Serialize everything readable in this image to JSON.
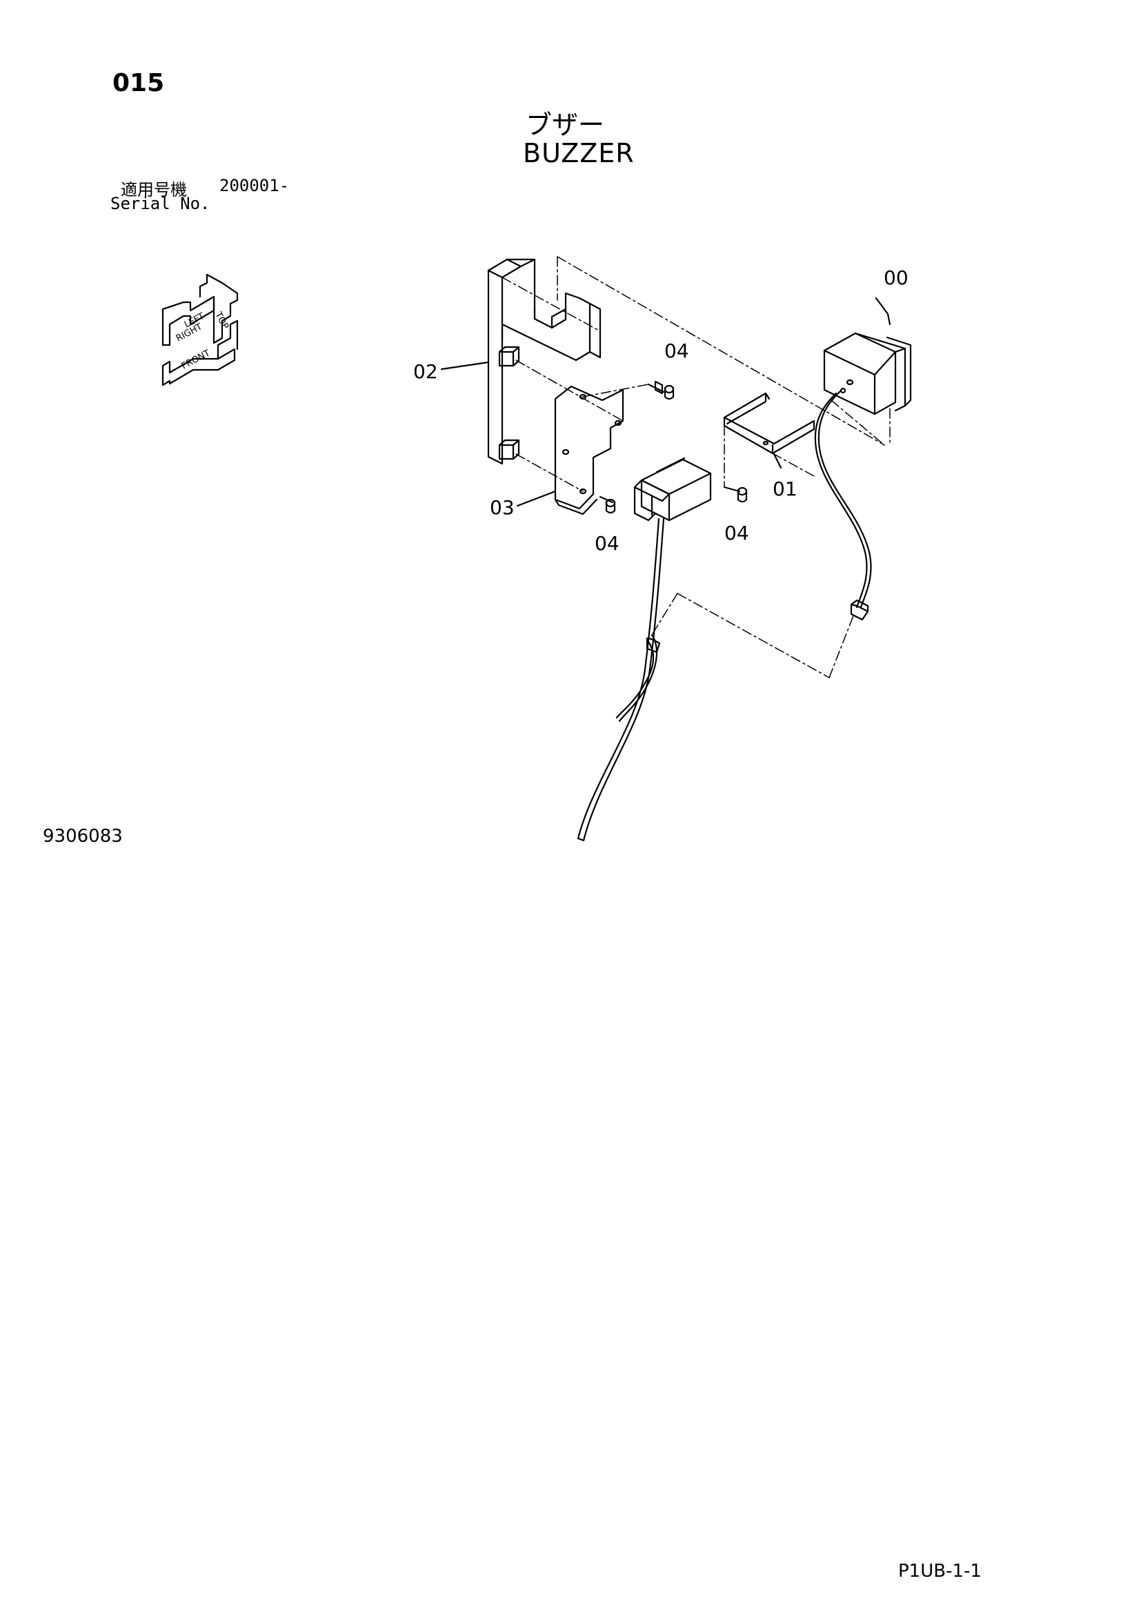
{
  "header": {
    "page_number": "015",
    "title_jp": "ブザー",
    "title_en": "BUZZER",
    "serial_label_jp": "適用号機",
    "serial_value": "200001-",
    "serial_label_en": "Serial No."
  },
  "orientation_indicator": {
    "labels": [
      "LEFT",
      "RIGHT",
      "FRONT",
      "TOP"
    ]
  },
  "callouts": {
    "c00": "00",
    "c01": "01",
    "c02": "02",
    "c03": "03",
    "c04_top": "04",
    "c04_bottom_left": "04",
    "c04_bottom_right": "04"
  },
  "footer": {
    "drawing_number": "9306083",
    "page_code": "P1UB-1-1"
  }
}
